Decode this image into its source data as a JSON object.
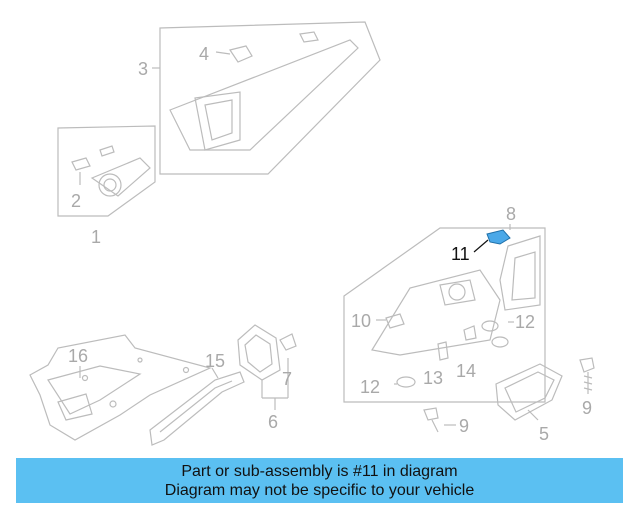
{
  "callouts": {
    "c1": "1",
    "c2": "2",
    "c3": "3",
    "c4": "4",
    "c5": "5",
    "c6": "6",
    "c7": "7",
    "c8": "8",
    "c9a": "9",
    "c9b": "9",
    "c10": "10",
    "c11": "11",
    "c12a": "12",
    "c12b": "12",
    "c13": "13",
    "c14": "14",
    "c15": "15",
    "c16": "16"
  },
  "highlight_part": "11",
  "colors": {
    "line": "#bcbcbc",
    "highlight": "#4aa8e8",
    "banner": "#5bc0f2"
  },
  "banner": {
    "line1": "Part or sub-assembly is #11 in diagram",
    "line2": "Diagram may not be specific to your vehicle"
  }
}
